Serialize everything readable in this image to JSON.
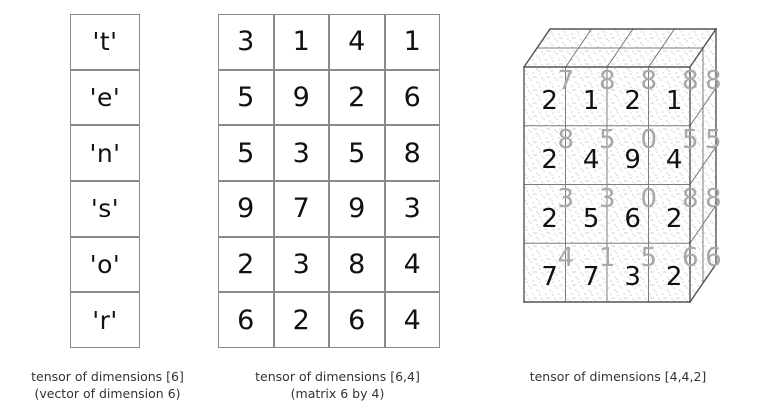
{
  "figure": {
    "title": "tensor dimensionality illustration",
    "colors": {
      "cell_border": "#8a8a8a",
      "front_digit": "#111111",
      "back_digit": "#a8a8a8",
      "caption_text": "#333333",
      "background": "#ffffff",
      "speckle": "#c9c9c9"
    }
  },
  "vector": {
    "name": "tensor of dimensions [6]",
    "values": [
      "'t'",
      "'e'",
      "'n'",
      "'s'",
      "'o'",
      "'r'"
    ],
    "caption_line1": "tensor of dimensions [6]",
    "caption_line2": "(vector of dimension 6)"
  },
  "matrix": {
    "name": "tensor of dimensions [6,4]",
    "rows": [
      [
        "3",
        "1",
        "4",
        "1"
      ],
      [
        "5",
        "9",
        "2",
        "6"
      ],
      [
        "5",
        "3",
        "5",
        "8"
      ],
      [
        "9",
        "7",
        "9",
        "3"
      ],
      [
        "2",
        "3",
        "8",
        "4"
      ],
      [
        "6",
        "2",
        "6",
        "4"
      ]
    ],
    "caption_line1": "tensor of dimensions [6,4]",
    "caption_line2": "(matrix 6 by 4)"
  },
  "cube": {
    "name": "tensor of dimensions [4,4,2]",
    "front_layer": [
      [
        "2",
        "1",
        "2",
        "1"
      ],
      [
        "2",
        "4",
        "9",
        "4"
      ],
      [
        "2",
        "5",
        "6",
        "2"
      ],
      [
        "7",
        "7",
        "3",
        "2"
      ]
    ],
    "back_layer": [
      [
        "7",
        "8",
        "8",
        "8"
      ],
      [
        "8",
        "5",
        "0",
        "5"
      ],
      [
        "3",
        "3",
        "0",
        "8"
      ],
      [
        "4",
        "1",
        "5",
        "6"
      ]
    ],
    "side_face_digits": [
      "8",
      "5",
      "8",
      "6"
    ],
    "caption_line1": "tensor of dimensions [4,4,2]",
    "caption_line2": ""
  }
}
